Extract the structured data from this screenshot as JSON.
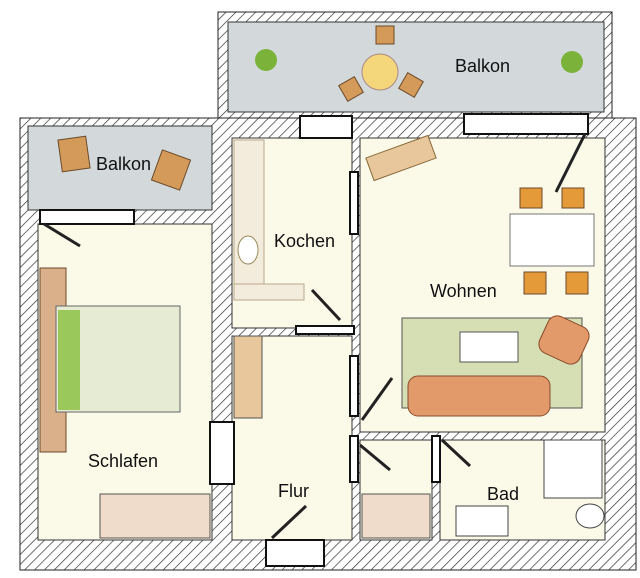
{
  "rooms": {
    "balcony_top": "Balkon",
    "balcony_left": "Balkon",
    "kitchen": "Kochen",
    "living": "Wohnen",
    "bedroom": "Schlafen",
    "hall": "Flur",
    "bath": "Bad"
  },
  "colors": {
    "floor": "#fbf9e8",
    "balcony": "#d3d9da",
    "wall_hatch": "#333333",
    "wood": "#c98a4a",
    "rug": "#d6dfb4",
    "plant": "#7bb33a"
  }
}
